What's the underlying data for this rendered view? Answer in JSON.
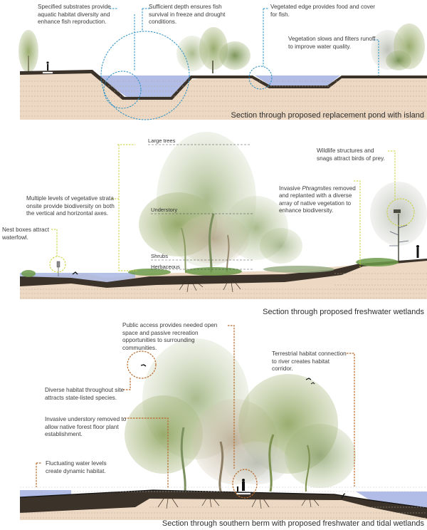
{
  "colors": {
    "pond_leader": "#2a8fc4",
    "wetland_leader": "#c7d23a",
    "berm_leader": "#b8692a",
    "soil": "#edd9c3",
    "topsoil": "#4a3f33",
    "water": "#a9b6e3",
    "tree_green": "#8ea25e"
  },
  "sections": [
    {
      "caption": "Section through proposed replacement pond with island",
      "annotations": [
        {
          "text": "Specified substrates provide aquatic habitat diversity and enhance fish reproduction."
        },
        {
          "text": "Sufficient depth ensures fish survival in freeze and drought conditions."
        },
        {
          "text": "Vegetated edge provides food and cover for fish."
        },
        {
          "text": "Vegetation slows and filters runoff to improve water quality."
        }
      ]
    },
    {
      "caption": "Section through proposed freshwater wetlands",
      "strata_labels": [
        "Large trees",
        "Understory",
        "Shrubs",
        "Herbaceous"
      ],
      "annotations": [
        {
          "text": "Multiple levels of vegetative strata onsite provide biodiversity on both the vertical and horizontal axes."
        },
        {
          "text": "Nest boxes attract waterfowl."
        },
        {
          "text_pre": "Invasive ",
          "text_italic": "Phragmites",
          "text_post": " removed and replanted with a diverse array of native vegetation to enhance biodiversity."
        },
        {
          "text": "Wildlife structures and snags attract birds of prey."
        }
      ]
    },
    {
      "caption": "Section through southern berm with proposed freshwater and tidal wetlands",
      "annotations": [
        {
          "text": "Public access provides needed open space and passive recreation opportunities to surrounding communities."
        },
        {
          "text": "Terrestrial habitat connection to river creates habitat corridor."
        },
        {
          "text": "Diverse habitat throughout site attracts state-listed species."
        },
        {
          "text": "Invasive understory removed to allow native forest floor plant establishment."
        },
        {
          "text": "Fluctuating water levels create dynamic habitat."
        }
      ]
    }
  ]
}
